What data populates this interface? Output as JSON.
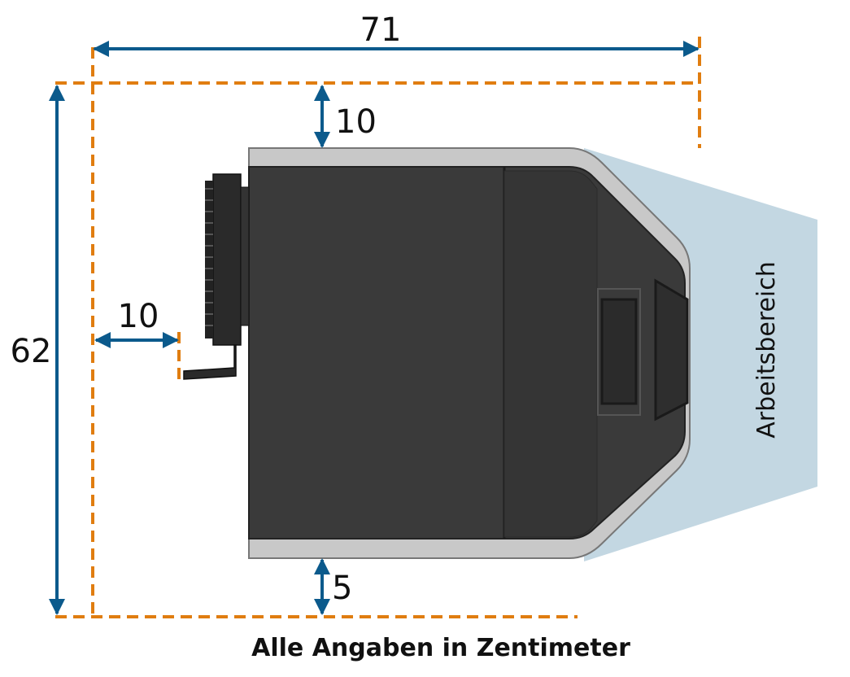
{
  "dimensions": {
    "total_width": "71",
    "total_depth": "62",
    "top_clearance": "10",
    "side_clearance": "10",
    "bottom_clearance": "5"
  },
  "labels": {
    "working_area": "Arbeitsbereich",
    "unit_note": "Alle Angaben in Zentimeter"
  },
  "colors": {
    "dimension_arrow": "#0b5a8c",
    "clearance_outline": "#e07d10",
    "working_area_fill": "#c3d7e2",
    "device_body": "#3a3a3a",
    "device_trim": "#c8c8c8"
  }
}
